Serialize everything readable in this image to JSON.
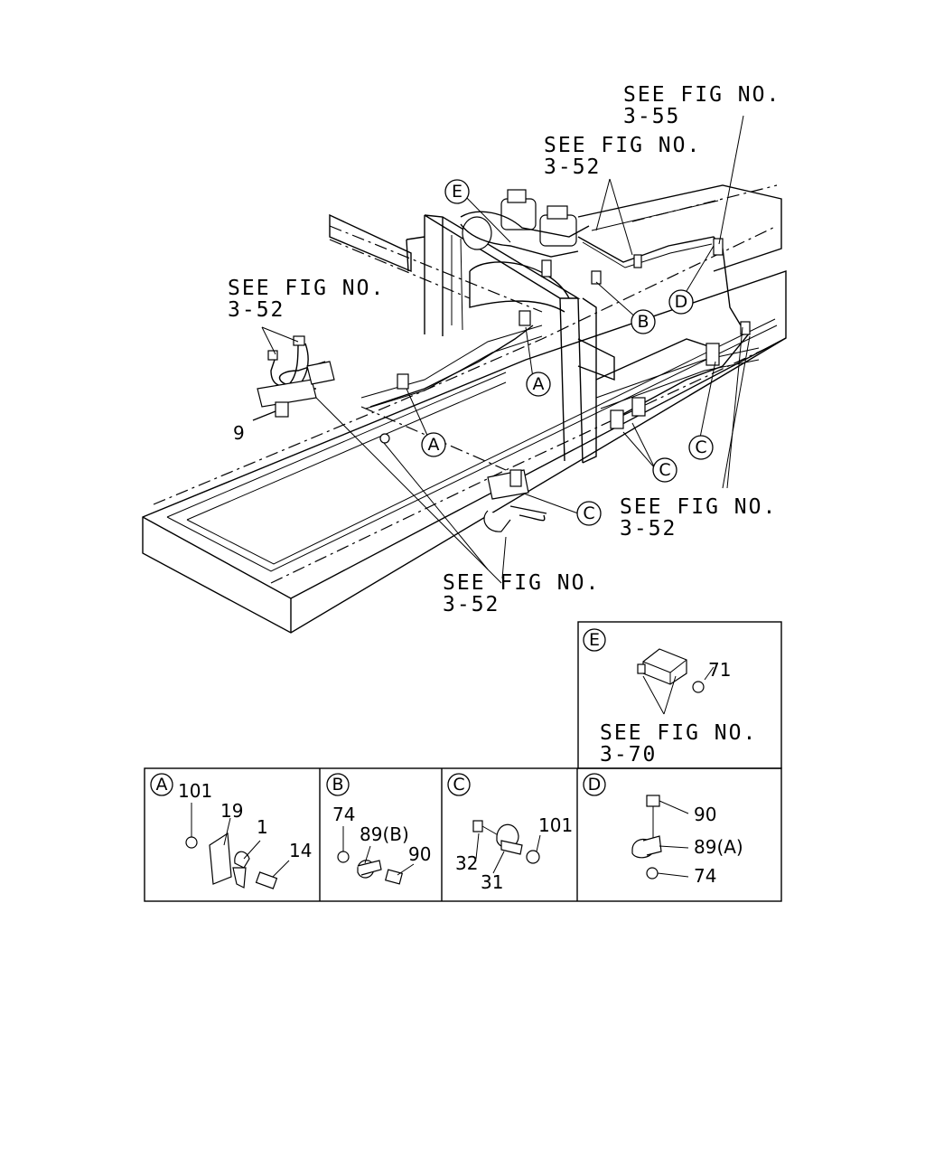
{
  "callouts": {
    "fig_3_55": [
      "SEE FIG NO.",
      "3-55"
    ],
    "fig_3_52_top": [
      "SEE FIG NO.",
      "3-52"
    ],
    "fig_3_52_left": [
      "SEE FIG NO.",
      "3-52"
    ],
    "fig_3_52_right": [
      "SEE FIG NO.",
      "3-52"
    ],
    "fig_3_52_bottom": [
      "SEE FIG NO.",
      "3-52"
    ],
    "fig_3_70": [
      "SEE FIG NO.",
      "3-70"
    ]
  },
  "markers": {
    "A": "A",
    "B": "B",
    "C": "C",
    "D": "D",
    "E": "E"
  },
  "main_labels": {
    "bolt_9": "9"
  },
  "details": {
    "A": {
      "marker": "A",
      "parts": [
        "101",
        "19",
        "1",
        "14"
      ]
    },
    "B": {
      "marker": "B",
      "parts": [
        "74",
        "89(B)",
        "90"
      ]
    },
    "C": {
      "marker": "C",
      "parts": [
        "32",
        "31",
        "101"
      ]
    },
    "D": {
      "marker": "D",
      "parts": [
        "90",
        "89(A)",
        "74"
      ]
    },
    "E": {
      "marker": "E",
      "parts": [
        "71"
      ]
    }
  }
}
